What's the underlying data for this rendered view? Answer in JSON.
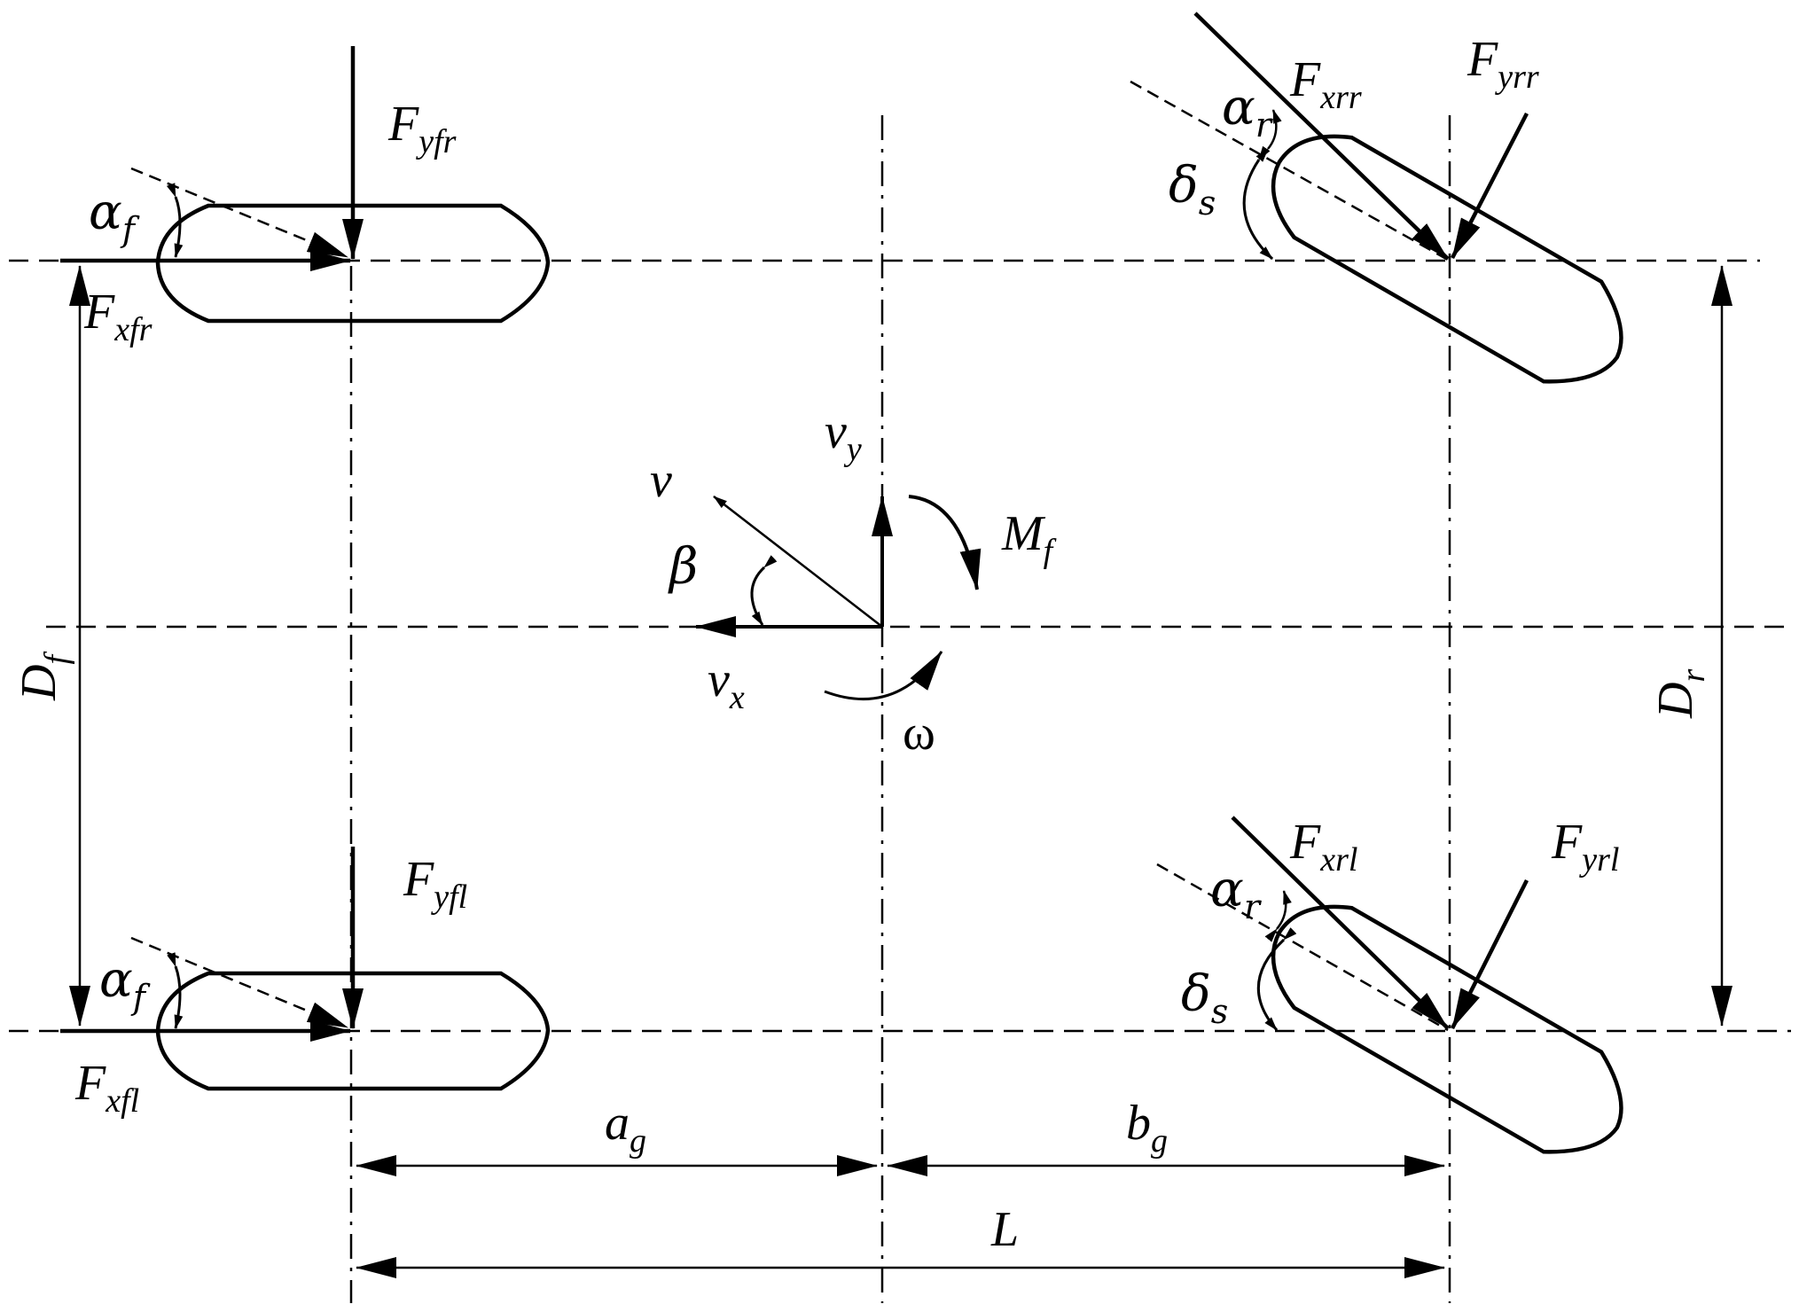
{
  "diagram": {
    "labels": {
      "fyfr": {
        "base": "F",
        "sub": "yfr"
      },
      "fxfr": {
        "base": "F",
        "sub": "xfr"
      },
      "alpha_f_top": {
        "base": "α",
        "sub": "f"
      },
      "fyfl": {
        "base": "F",
        "sub": "yfl"
      },
      "fxfl": {
        "base": "F",
        "sub": "xfl"
      },
      "alpha_f_bot": {
        "base": "α",
        "sub": "f"
      },
      "fxrr": {
        "base": "F",
        "sub": "xrr"
      },
      "fyrr": {
        "base": "F",
        "sub": "yrr"
      },
      "alpha_r_top": {
        "base": "α",
        "sub": "r"
      },
      "delta_s_top": {
        "base": "δ",
        "sub": "s"
      },
      "fxrl": {
        "base": "F",
        "sub": "xrl"
      },
      "fyrl": {
        "base": "F",
        "sub": "yrl"
      },
      "alpha_r_bot": {
        "base": "α",
        "sub": "r"
      },
      "delta_s_bot": {
        "base": "δ",
        "sub": "s"
      },
      "vy": {
        "base": "v",
        "sub": "y"
      },
      "v": {
        "base": "v",
        "sub": ""
      },
      "beta": {
        "base": "β",
        "sub": ""
      },
      "mf": {
        "base": "M",
        "sub": "f"
      },
      "vx": {
        "base": "v",
        "sub": "x"
      },
      "omega": {
        "base": "ω",
        "sub": ""
      },
      "df": {
        "base": "D",
        "sub": "f"
      },
      "dr": {
        "base": "D",
        "sub": "r"
      },
      "ag": {
        "base": "a",
        "sub": "g"
      },
      "bg": {
        "base": "b",
        "sub": "g"
      },
      "L": {
        "base": "L",
        "sub": ""
      }
    }
  }
}
